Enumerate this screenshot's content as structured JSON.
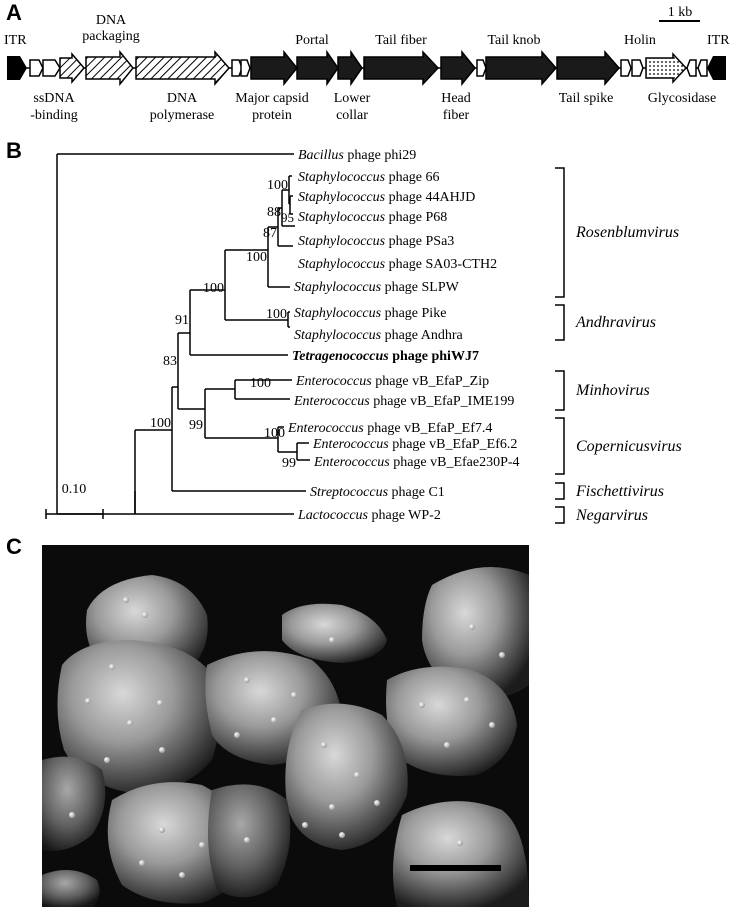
{
  "panels": {
    "a": "A",
    "b": "B",
    "c": "C"
  },
  "genome_map": {
    "scale_label": "1 kb",
    "itr_left": "ITR",
    "itr_right": "ITR",
    "labels_top": {
      "dna_packaging_1": "DNA",
      "dna_packaging_2": "packaging",
      "portal": "Portal",
      "tail_fiber": "Tail fiber",
      "tail_knob": "Tail knob",
      "holin": "Holin"
    },
    "labels_bottom": {
      "ssdna_1": "ssDNA",
      "ssdna_2": "-binding",
      "dna_pol_1": "DNA",
      "dna_pol_2": "polymerase",
      "major_capsid_1": "Major capsid",
      "major_capsid_2": "protein",
      "lower_collar_1": "Lower",
      "lower_collar_2": "collar",
      "head_fiber_1": "Head",
      "head_fiber_2": "fiber",
      "tail_spike": "Tail spike",
      "glycosidase": "Glycosidase"
    }
  },
  "tree": {
    "scale_label": "0.10",
    "taxa": {
      "phi29": {
        "genus": "Bacillus",
        "rest": " phage phi29"
      },
      "s66": {
        "genus": "Staphylococcus",
        "rest": " phage 66"
      },
      "s44": {
        "genus": "Staphylococcus",
        "rest": " phage 44AHJD"
      },
      "p68": {
        "genus": "Staphylococcus",
        "rest": " phage P68"
      },
      "psa3": {
        "genus": "Staphylococcus",
        "rest": " phage PSa3"
      },
      "sa03": {
        "genus": "Staphylococcus",
        "rest": " phage SA03-CTH2"
      },
      "slpw": {
        "genus": "Staphylococcus",
        "rest": " phage SLPW"
      },
      "pike": {
        "genus": "Staphylococcus",
        "rest": " phage Pike"
      },
      "andhra": {
        "genus": "Staphylococcus",
        "rest": " phage Andhra"
      },
      "wj7": {
        "genus": "Tetragenococcus",
        "rest": " phage phiWJ7"
      },
      "zip": {
        "genus": "Enterococcus",
        "rest": " phage vB_EfaP_Zip"
      },
      "ime199": {
        "genus": "Enterococcus",
        "rest": " phage vB_EfaP_IME199"
      },
      "ef74": {
        "genus": "Enterococcus",
        "rest": " phage vB_EfaP_Ef7.4"
      },
      "ef62": {
        "genus": "Enterococcus",
        "rest": " phage vB_EfaP_Ef6.2"
      },
      "efae": {
        "genus": "Enterococcus",
        "rest": " phage vB_Efae230P-4"
      },
      "c1": {
        "genus": "Streptococcus",
        "rest": " phage C1"
      },
      "wp2": {
        "genus": "Lactococcus",
        "rest": " phage WP-2"
      }
    },
    "bootstraps": {
      "b100_66": "100",
      "b88": "88",
      "b95": "95",
      "b87": "87",
      "b100_staph": "100",
      "b100_big": "100",
      "b100_pike": "100",
      "b91": "91",
      "b83": "83",
      "b100_zip": "100",
      "b99_ent": "99",
      "b100_ef": "100",
      "b99_ef": "99",
      "b100_root": "100"
    },
    "clades": {
      "rosenblumvirus": "Rosenblumvirus",
      "andhravirus": "Andhravirus",
      "minhovirus": "Minhovirus",
      "copernicusvirus": "Copernicusvirus",
      "fischettivirus": "Fischettivirus",
      "negarvirus": "Negarvirus"
    }
  }
}
